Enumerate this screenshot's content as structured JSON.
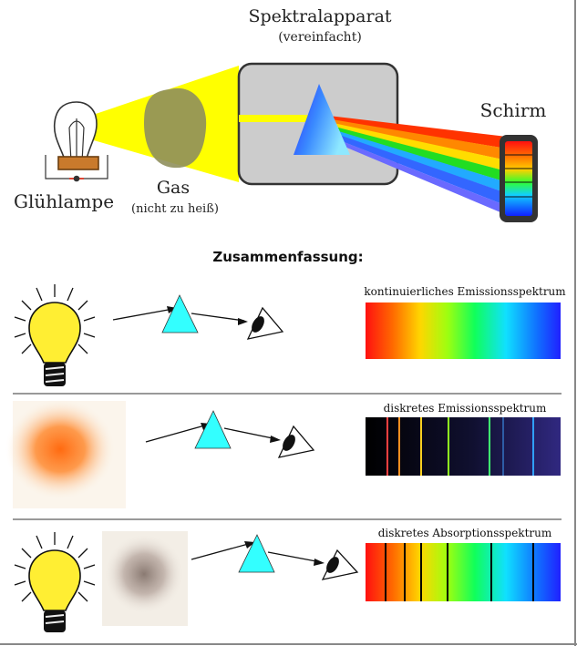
{
  "top": {
    "apparatus_title": "Spektralapparat",
    "apparatus_subtitle": "(vereinfacht)",
    "screen_label": "Schirm",
    "lamp_label": "Glühlampe",
    "gas_label": "Gas",
    "gas_note": "(nicht zu heiß)"
  },
  "summary": {
    "heading": "Zusammenfassung:",
    "rows": [
      {
        "spectrum_label": "kontinuierliches Emissionsspektrum"
      },
      {
        "spectrum_label": "diskretes Emissionsspektrum"
      },
      {
        "spectrum_label": "diskretes Absorptionsspektrum"
      }
    ]
  },
  "colors": {
    "light_beam": "#ffff00",
    "gas_cloud": "#8f8f5c",
    "apparatus_box": "#cccccc",
    "prism_small": "#33ffff",
    "screen_frame": "#333333"
  }
}
